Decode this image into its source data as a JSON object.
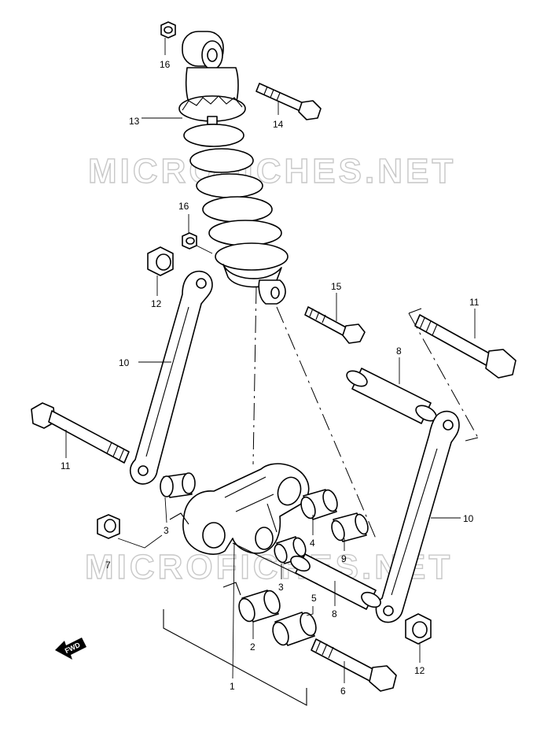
{
  "watermark": "MICROFICHES.NET",
  "direction_label": "FWD",
  "callouts": {
    "c1": "1",
    "c2": "2",
    "c3a": "3",
    "c3b": "3",
    "c4": "4",
    "c5": "5",
    "c6": "6",
    "c7": "7",
    "c8a": "8",
    "c8b": "8",
    "c9": "9",
    "c10a": "10",
    "c10b": "10",
    "c11a": "11",
    "c11b": "11",
    "c12a": "12",
    "c12b": "12",
    "c13": "13",
    "c14": "14",
    "c15": "15",
    "c16a": "16",
    "c16b": "16"
  }
}
